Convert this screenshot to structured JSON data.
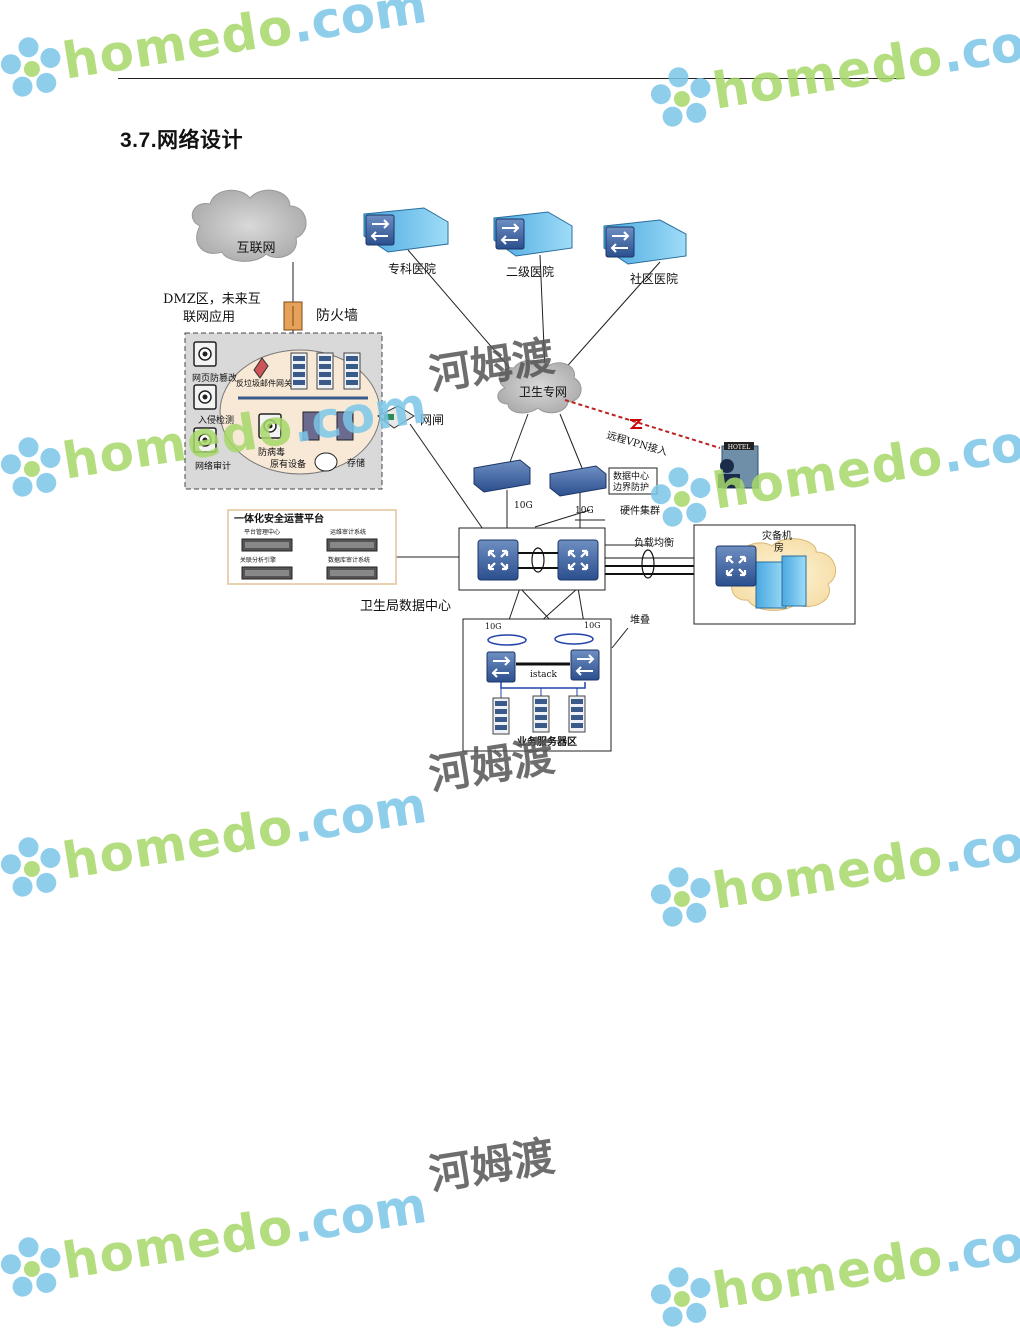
{
  "header_rule": true,
  "section_heading": "3.7.网络设计",
  "watermark": {
    "brand": "homedo",
    "domain": ".com",
    "cn": "河姆渡",
    "colors": {
      "home": "#a7d86a",
      "dom": "#7cc6e8"
    }
  },
  "diagram": {
    "internet": "互联网",
    "dmz_label_line1": "DMZ区，未来互",
    "dmz_label_line2": "联网应用",
    "firewall": "防火墙",
    "hospitals": [
      "专科医院",
      "二级医院",
      "社区医院"
    ],
    "dmz_items": {
      "web_tamper": "网页防篡改",
      "intrusion": "入侵检测",
      "net_audit": "网络审计",
      "antivirus": "防病毒",
      "mail_gateway": "反垃圾邮件网关",
      "existing_devices": "原有设备",
      "storage": "存储"
    },
    "health_network": "卫生专网",
    "gatekeeper": "网闸",
    "remote_vpn": "远程VPN接入",
    "hotel": "HOTEL",
    "dc_border_line1": "数据中心",
    "dc_border_line2": "边界防护",
    "link_10g": "10G",
    "hw_cluster": "硬件集群",
    "load_balance": "负载均衡",
    "disaster_line1": "灾备机",
    "disaster_line2": "房",
    "soc_platform": {
      "title": "一体化安全运营平台",
      "items": [
        "平台管理中心",
        "运维审计系统",
        "关联分析引擎",
        "数据库审计系统"
      ]
    },
    "datacenter": "卫生局数据中心",
    "stack": "堆叠",
    "istack": "istack",
    "server_zone": "业务服务器区"
  }
}
